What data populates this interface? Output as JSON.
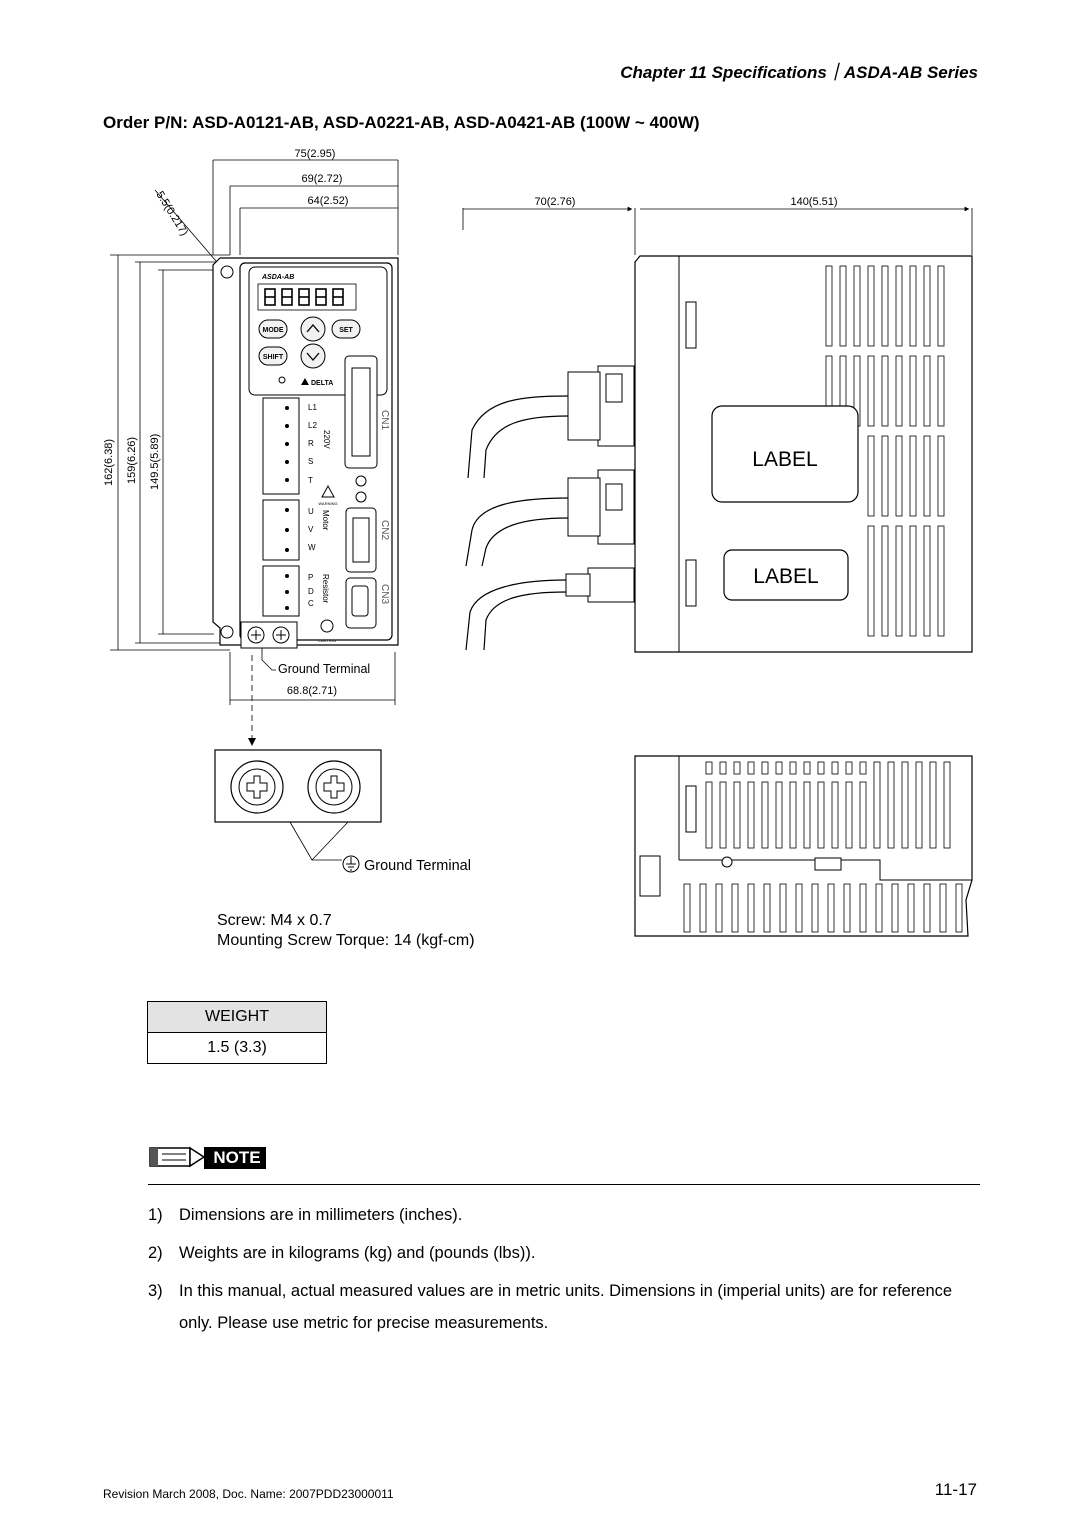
{
  "header": {
    "chapter": "Chapter 11  Specifications｜ASDA-AB Series"
  },
  "title": "Order P/N: ASD-A0121-AB, ASD-A0221-AB, ASD-A0421-AB (100W ~ 400W)",
  "front_view": {
    "dim_width_overall": "75(2.95)",
    "dim_width_mid": "69(2.72)",
    "dim_width_inner": "64(2.52)",
    "dim_hole": "5.5(0.217)",
    "dim_height_overall": "162(6.38)",
    "dim_height_mid": "159(6.26)",
    "dim_height_inner": "149.5(5.89)",
    "dim_bottom": "68.8(2.71)",
    "ground_terminal_label": "Ground Terminal",
    "panel_model": "ASDA-AB",
    "buttons": [
      "MODE",
      "SET",
      "SHIFT"
    ],
    "terminals_power": [
      "L1",
      "L2",
      "R",
      "S",
      "T"
    ],
    "voltage": "220V",
    "terminals_motor": [
      "U",
      "V",
      "W"
    ],
    "motor_label": "Motor",
    "terminals_resistor": [
      "P",
      "D",
      "C"
    ],
    "resistor_label": "Resistor",
    "connectors": [
      "CN1",
      "CN2",
      "CN3"
    ],
    "warning": "WARNING",
    "caution": "CAUTION",
    "brand": "DELTA"
  },
  "side_view": {
    "dim_depth_a": "70(2.76)",
    "dim_depth_b": "140(5.51)",
    "label_1": "LABEL",
    "label_2": "LABEL"
  },
  "detail": {
    "ground_terminal_label": "Ground Terminal",
    "screw": "Screw: M4 x 0.7",
    "torque": "Mounting Screw Torque: 14 (kgf-cm)"
  },
  "weight_table": {
    "header": "WEIGHT",
    "value": "1.5 (3.3)"
  },
  "note_badge": "NOTE",
  "notes": [
    {
      "num": "1)",
      "text": "Dimensions are in millimeters (inches)."
    },
    {
      "num": "2)",
      "text": "Weights are in kilograms (kg) and (pounds (lbs))."
    },
    {
      "num": "3)",
      "text": "In this manual, actual measured values are in metric units. Dimensions in (imperial units) are for reference only. Please use metric for precise measurements."
    }
  ],
  "footer": {
    "revision": "Revision March 2008, Doc. Name: 2007PDD23000011",
    "page": "11-17"
  }
}
